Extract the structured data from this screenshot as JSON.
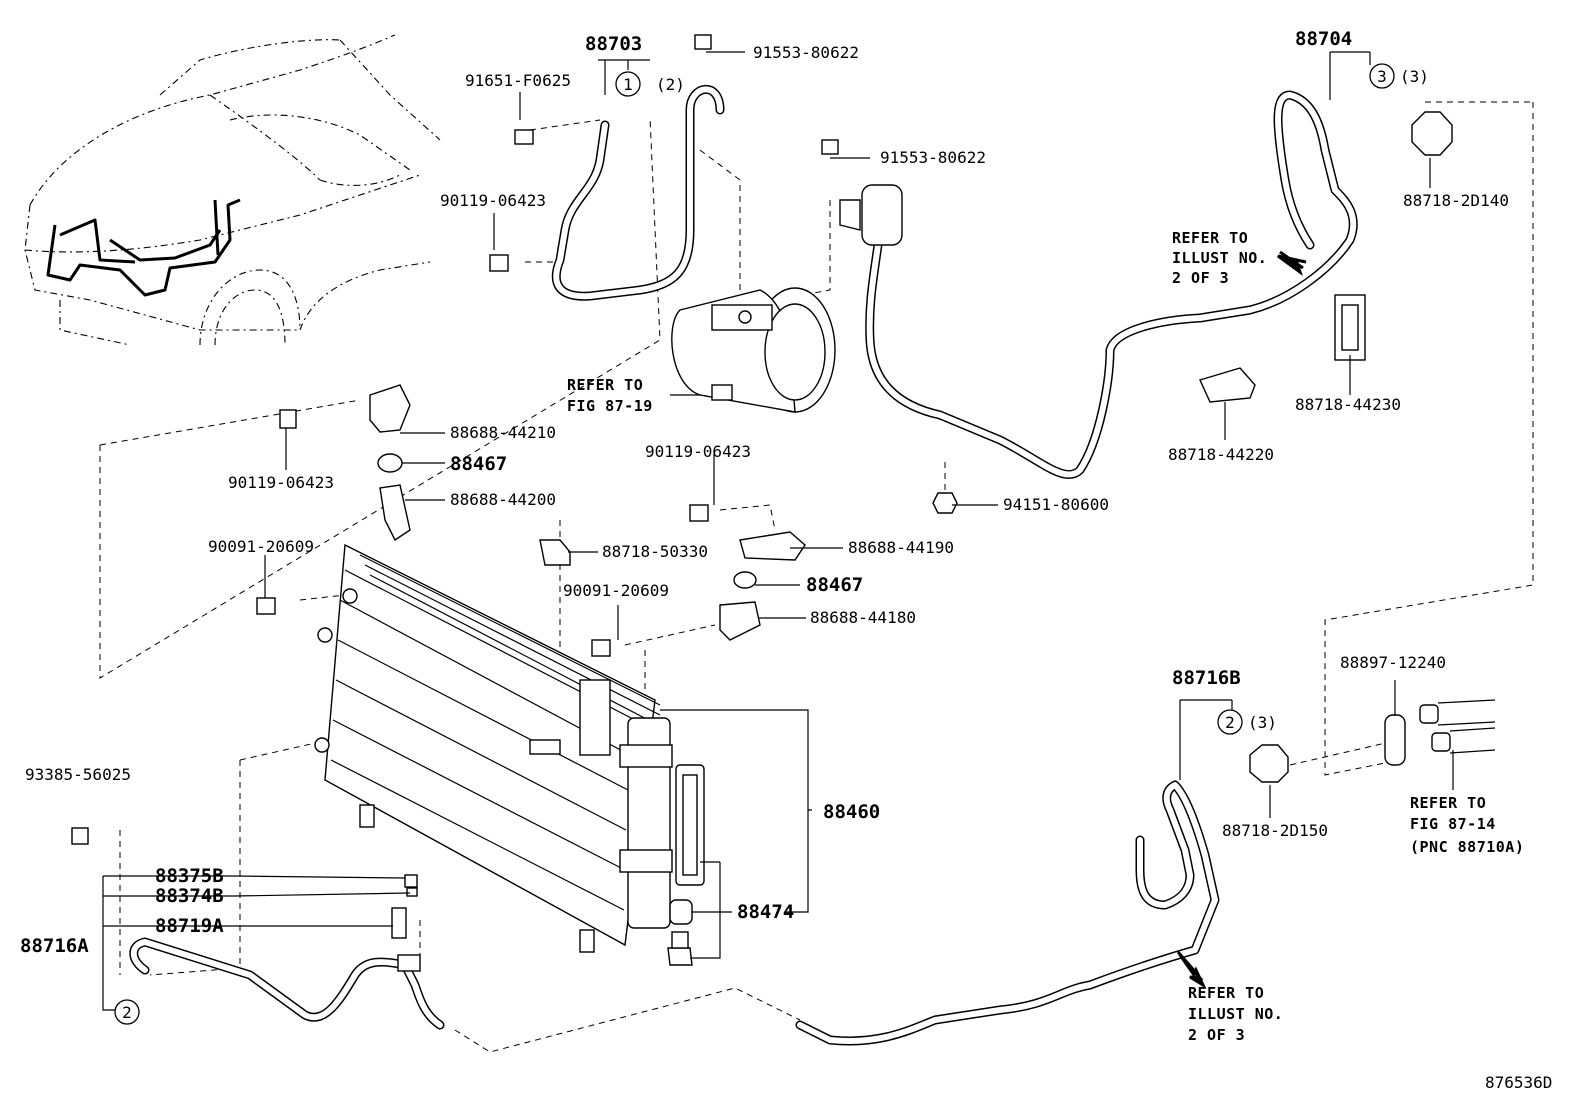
{
  "diagram_code": "876536D",
  "part_numbers": {
    "p88703": "88703",
    "p91651": "91651-F0625",
    "p91553a": "91553-80622",
    "p91553b": "91553-80622",
    "p90119a": "90119-06423",
    "p90119b": "90119-06423",
    "p90119c": "90119-06423",
    "p88688_44210": "88688-44210",
    "p88467a": "88467",
    "p88688_44200": "88688-44200",
    "p90091a": "90091-20609",
    "p90091b": "90091-20609",
    "p88718_50330": "88718-50330",
    "p88688_44190": "88688-44190",
    "p88467b": "88467",
    "p88688_44180": "88688-44180",
    "p94151": "94151-80600",
    "p88704": "88704",
    "p88718_2D140": "88718-2D140",
    "p88718_44230": "88718-44230",
    "p88718_44220": "88718-44220",
    "p88460": "88460",
    "p88474": "88474",
    "p93385": "93385-56025",
    "p88375B": "88375B",
    "p88374B": "88374B",
    "p88719A": "88719A",
    "p88716A": "88716A",
    "p88716B": "88716B",
    "p88718_2D150": "88718-2D150",
    "p88897": "88897-12240"
  },
  "circle_refs": {
    "c1_num": "1",
    "c1_qty": "(2)",
    "c3_num": "3",
    "c3_qty": "(3)",
    "c2a_num": "2",
    "c2a_qty": "(3)",
    "c2b_num": "2"
  },
  "notes": {
    "refer_top_right": [
      "REFER TO",
      "ILLUST NO.",
      "2 OF 3"
    ],
    "refer_fig_87_19": [
      "REFER TO",
      "FIG 87-19"
    ],
    "refer_fig_87_14": [
      "REFER TO",
      "FIG 87-14",
      "(PNC 88710A)"
    ],
    "refer_bottom": [
      "REFER TO",
      "ILLUST NO.",
      "2 OF 3"
    ]
  }
}
